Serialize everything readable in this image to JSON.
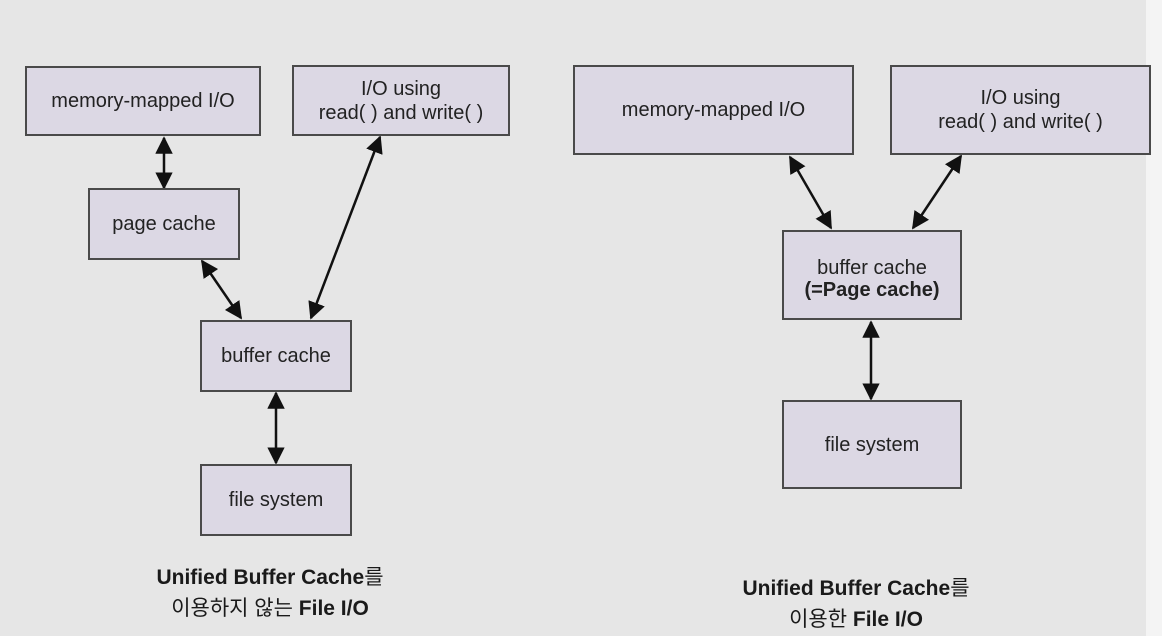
{
  "left_diagram": {
    "boxes": {
      "memory_mapped": "memory-mapped I/O",
      "io_using_line1": "I/O using",
      "io_using_line2": "read( ) and write( )",
      "page_cache": "page cache",
      "buffer_cache": "buffer cache",
      "file_system": "file system"
    },
    "caption": {
      "line1_bold": "Unified Buffer Cache",
      "line1_suffix": "를",
      "line2_prefix": "이용하지 않는 ",
      "line2_bold": "File I/O"
    }
  },
  "right_diagram": {
    "boxes": {
      "memory_mapped": "memory-mapped I/O",
      "io_using_line1": "I/O using",
      "io_using_line2": "read( ) and write( )",
      "buffer_cache_line1": "buffer cache",
      "buffer_cache_line2": "(=Page cache)",
      "file_system": "file system"
    },
    "caption": {
      "line1_bold": "Unified Buffer Cache",
      "line1_suffix": "를",
      "line2_prefix": "이용한 ",
      "line2_bold": "File I/O"
    }
  },
  "colors": {
    "background": "#e6e6e6",
    "box_fill": "#dcd8e4",
    "box_border": "#4a4a4a",
    "arrow": "#111111"
  }
}
